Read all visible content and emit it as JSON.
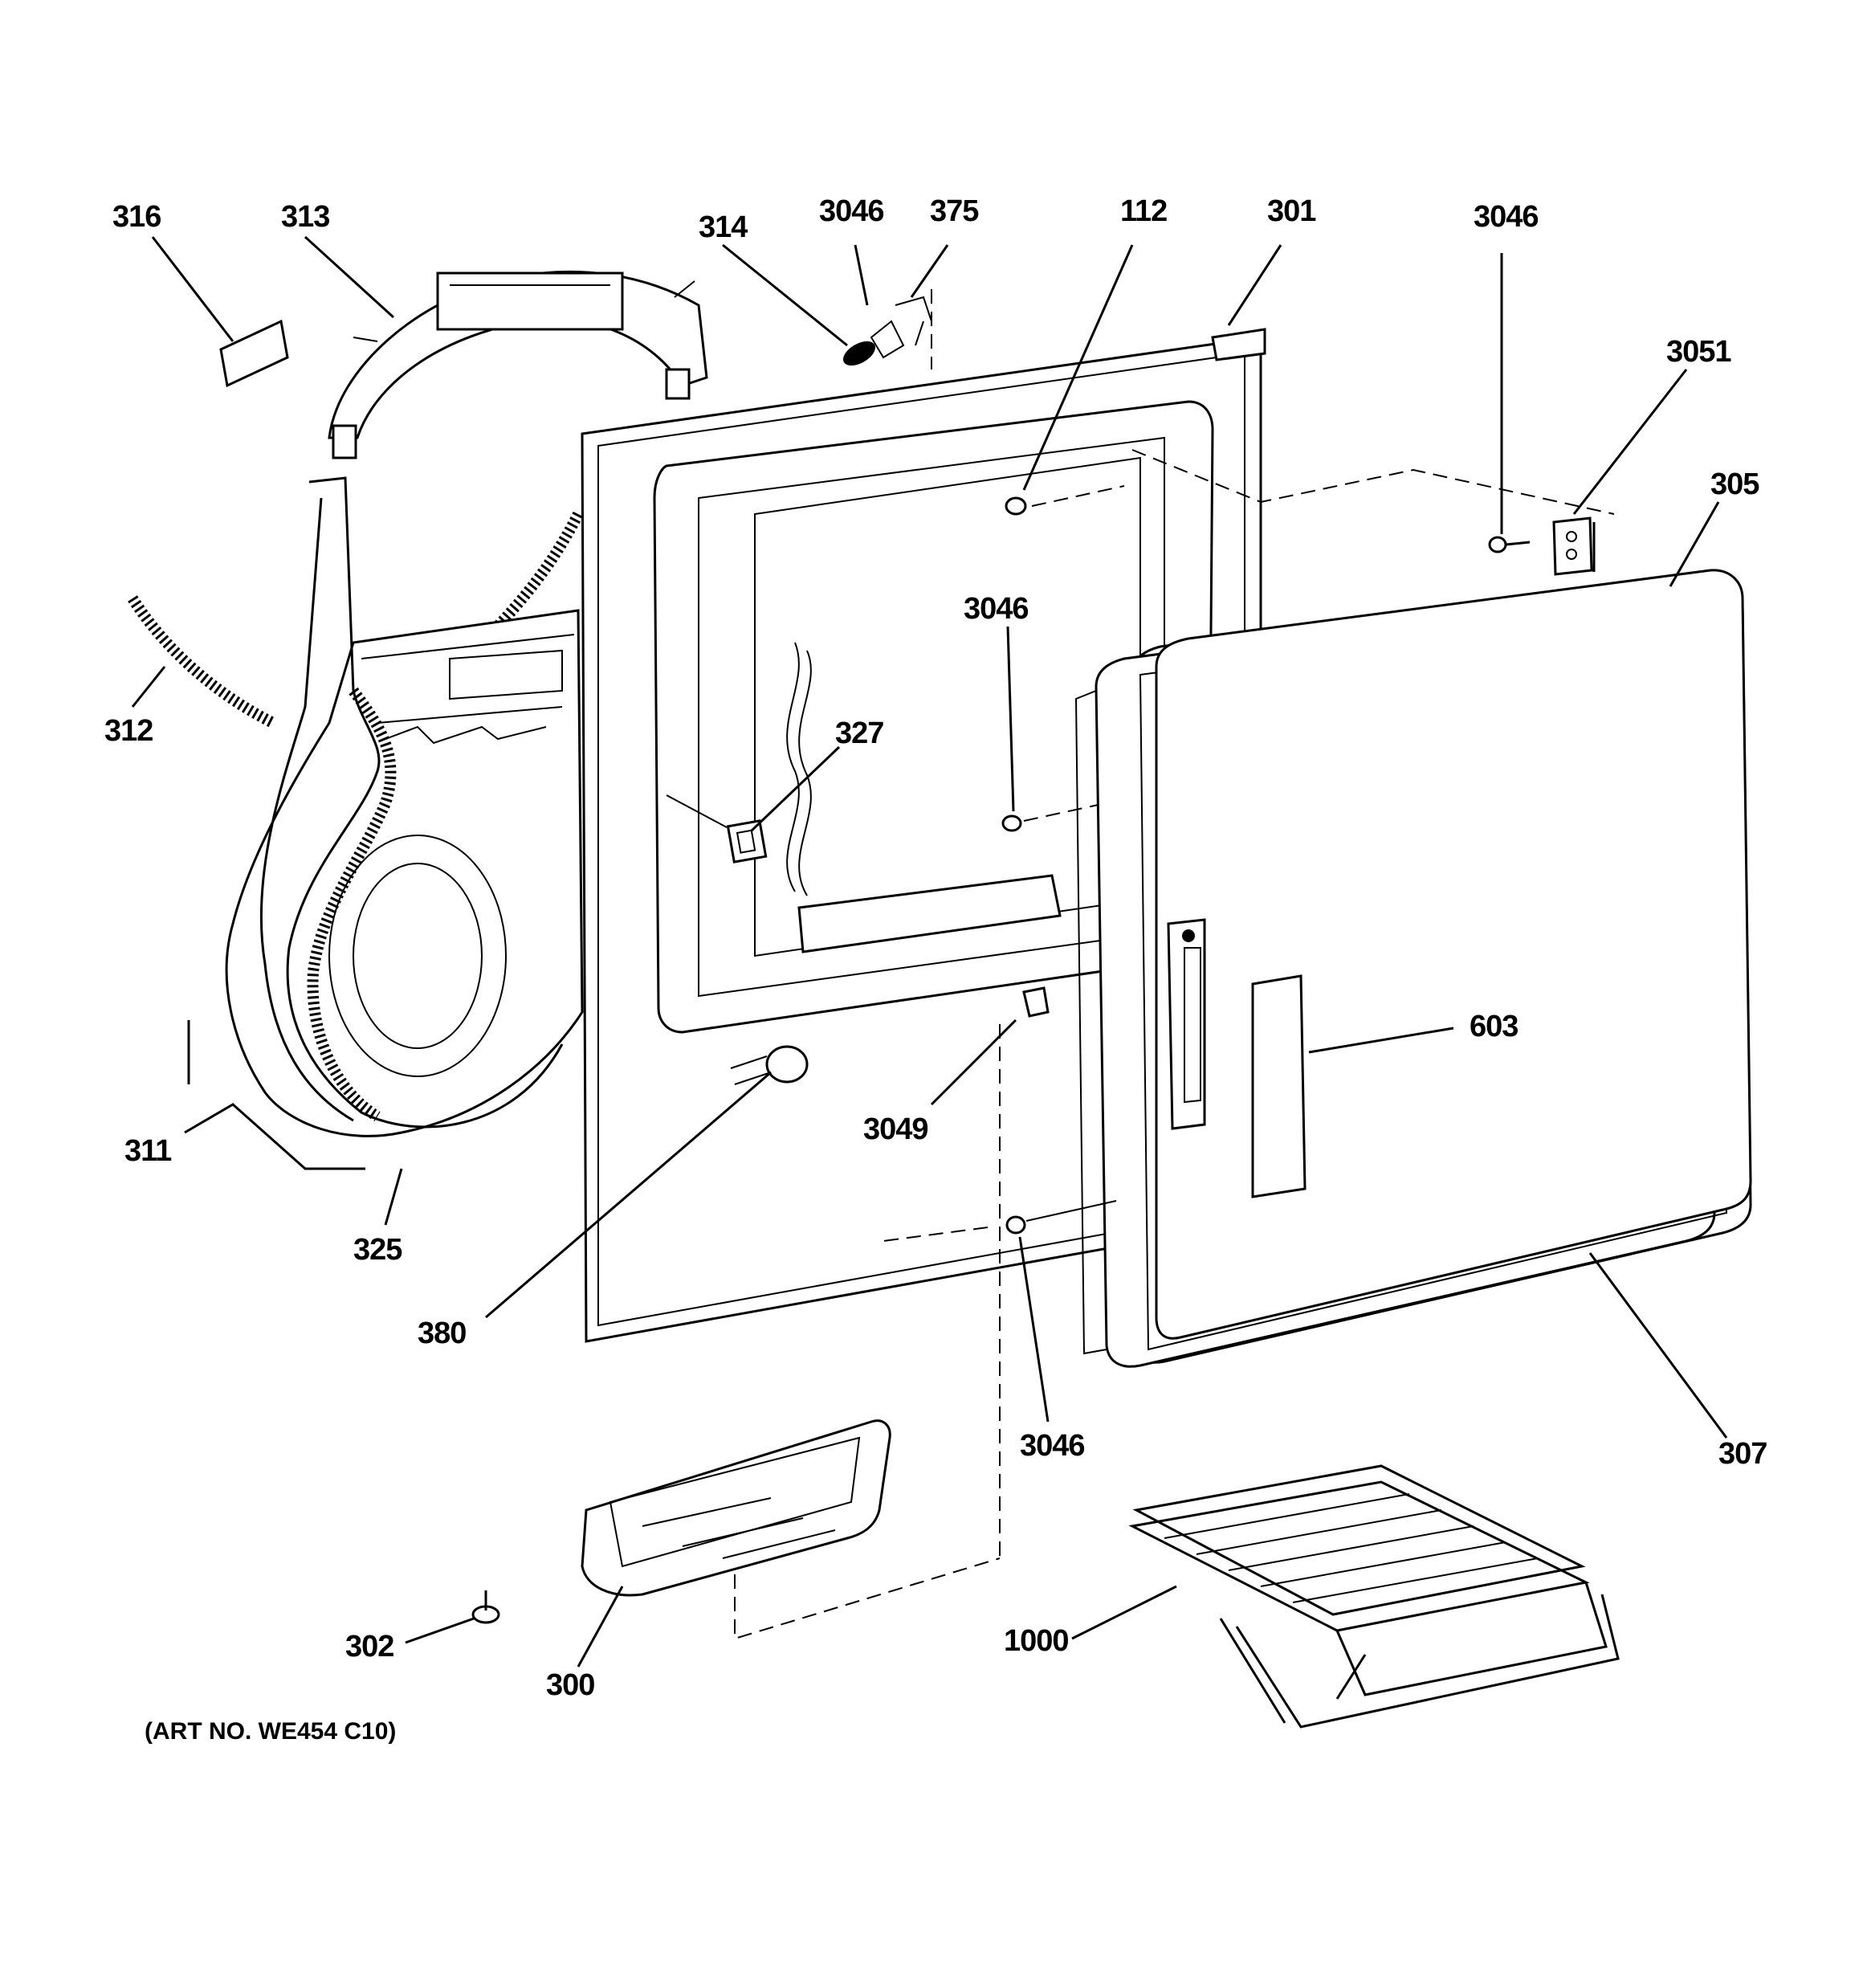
{
  "colors": {
    "ink": "#000000",
    "paper": "#ffffff"
  },
  "labels": [
    {
      "id": "316",
      "text": "316"
    },
    {
      "id": "313",
      "text": "313"
    },
    {
      "id": "314",
      "text": "314"
    },
    {
      "id": "3046a",
      "text": "3046"
    },
    {
      "id": "375",
      "text": "375"
    },
    {
      "id": "112",
      "text": "112"
    },
    {
      "id": "301",
      "text": "301"
    },
    {
      "id": "3046b",
      "text": "3046"
    },
    {
      "id": "3051",
      "text": "3051"
    },
    {
      "id": "305",
      "text": "305"
    },
    {
      "id": "3046c",
      "text": "3046"
    },
    {
      "id": "327",
      "text": "327"
    },
    {
      "id": "312",
      "text": "312"
    },
    {
      "id": "603",
      "text": "603"
    },
    {
      "id": "3049",
      "text": "3049"
    },
    {
      "id": "311",
      "text": "311"
    },
    {
      "id": "325",
      "text": "325"
    },
    {
      "id": "380",
      "text": "380"
    },
    {
      "id": "3046d",
      "text": "3046"
    },
    {
      "id": "307",
      "text": "307"
    },
    {
      "id": "302",
      "text": "302"
    },
    {
      "id": "300",
      "text": "300"
    },
    {
      "id": "1000",
      "text": "1000"
    }
  ],
  "art_number": "(ART NO. WE454 C10)"
}
